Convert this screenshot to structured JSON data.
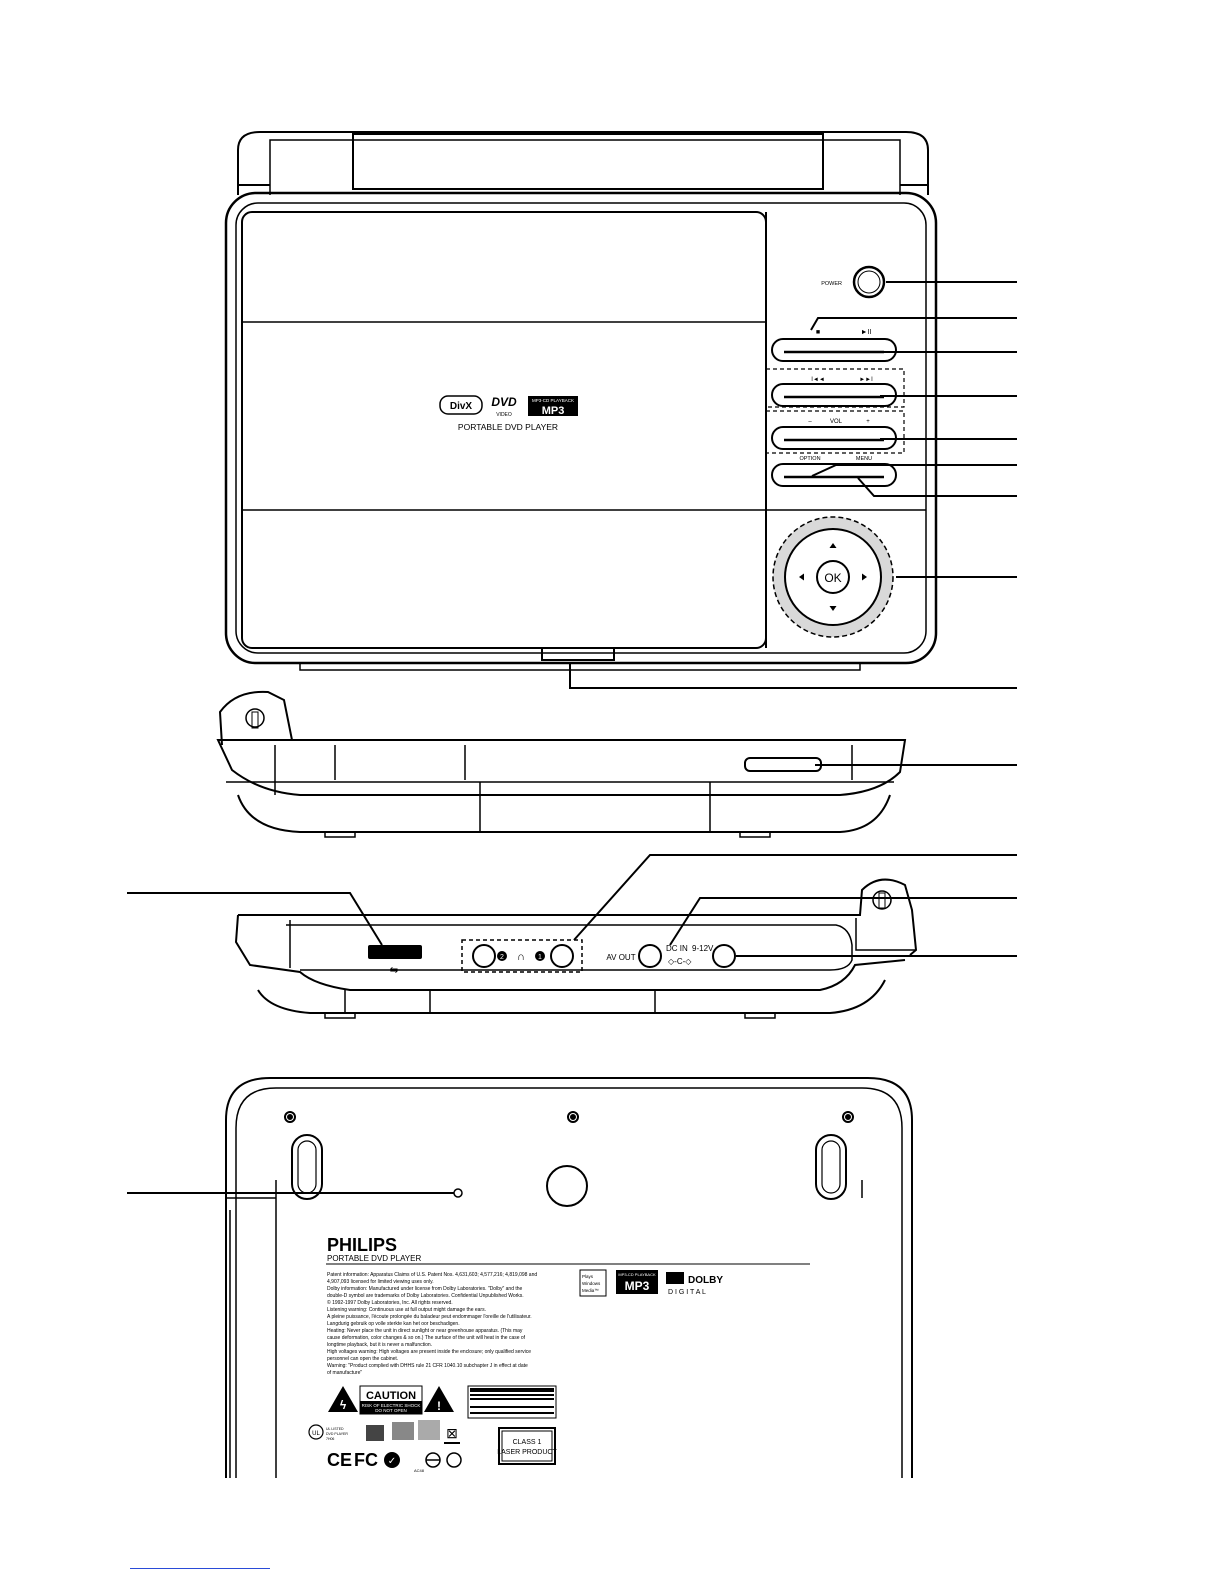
{
  "front": {
    "brand_logos": {
      "divx": "DivX",
      "dvd": "DVD",
      "dvd_sub": "VIDEO",
      "mp3_top": "MP3-CD PLAYBACK",
      "mp3": "MP3"
    },
    "product_label": "PORTABLE DVD PLAYER",
    "power_label": "POWER",
    "stop_symbol": "■",
    "play_pause_symbol": "►II",
    "prev_symbol": "I◄◄",
    "next_symbol": "►►I",
    "vol_minus": "–",
    "vol_label": "VOL",
    "vol_plus": "+",
    "option_label": "OPTION",
    "menu_label": "MENU",
    "ok_label": "OK"
  },
  "back_connectors": {
    "headphone_2": "2",
    "headphone_1": "1",
    "av_out_label": "AV OUT",
    "dc_in_label": "DC IN",
    "dc_in_voltage": "9-12V"
  },
  "bottom": {
    "brand": "PHILIPS",
    "product": "PORTABLE DVD PLAYER",
    "legal_lines": [
      "Patent information: Apparatus Claims of U.S. Patent Nos. 4,631,603; 4,577,216; 4,819,098 and",
      "4,907,093 licensed for limited viewing uses only.",
      "Dolby information: Manufactured under license from Dolby Laboratories. \"Dolby\" and the",
      "double-D symbol are trademarks of Dolby Laboratories. Confidential Unpublished Works.",
      "© 1992-1997 Dolby Laboratories, Inc. All rights reserved.",
      "Listening warning: Continuous use at full output might damage the ears.",
      "A pleine puissance, l'écoute prolongée du baladeur peut endommager l'oreille de l'utilisateur.",
      "Langdurig gebruik op volle sterkte kan het oor beschadigen.",
      "Heating: Never place the unit in direct sunlight or near greenhouse apparatus. (This may",
      "cause deformation, color changes & so on.) The surface of the unit will heat in the case of",
      "longtime playback, but it is never a malfunction.",
      "High voltages warning: High voltages are present inside the enclosure; only qualified service",
      "personnel can open the cabinet.",
      "Warning: \"Product complied with DHHS rule 21 CFR 1040.10 subchapter J in effect at date",
      "of manufacture\""
    ],
    "plays_windows_media": [
      "Plays",
      "Windows",
      "Media™"
    ],
    "mp3_top": "MP3-CD PLAYBACK",
    "mp3": "MP3",
    "dolby": "DOLBY",
    "digital": "D I G I T A L",
    "caution_title": "CAUTION",
    "caution_line1": "RISK OF ELECTRIC SHOCK",
    "caution_line2": "DO NOT OPEN",
    "ul_label": "UL",
    "ul_text": [
      "UL LISTED",
      "DVD PLAYER",
      "7H06"
    ],
    "ce_mark": "CE",
    "fcc_mark": "FC",
    "ac_label": "AC48",
    "class1_line1": "CLASS 1",
    "class1_line2": "LASER PRODUCT"
  }
}
